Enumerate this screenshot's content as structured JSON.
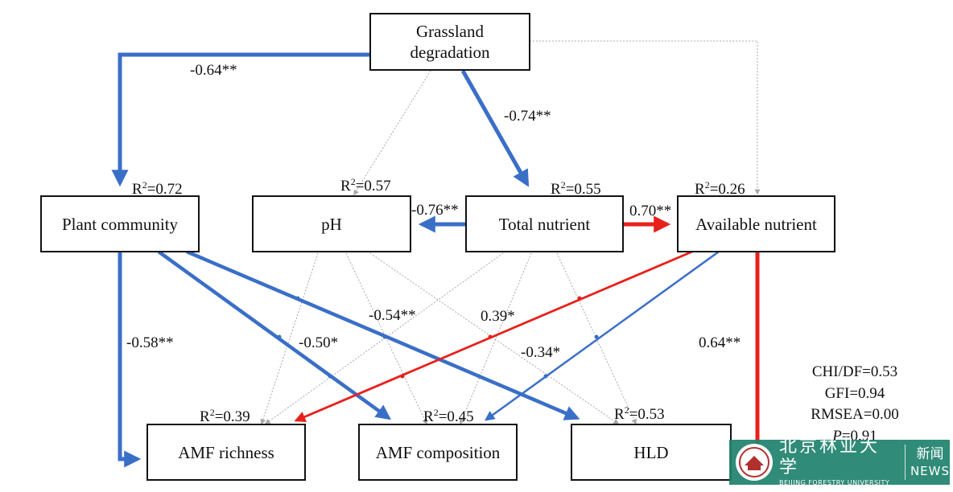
{
  "nodes": {
    "grassland": {
      "text": "Grassland\ndegradation"
    },
    "plant": {
      "text": "Plant community"
    },
    "ph": {
      "text": "pH"
    },
    "total": {
      "text": "Total nutrient"
    },
    "available": {
      "text": "Available nutrient"
    },
    "amf_richness": {
      "text": "AMF richness"
    },
    "amf_composition": {
      "text": "AMF composition"
    },
    "hld": {
      "text": "HLD"
    }
  },
  "r2": {
    "plant": {
      "prefix": "R",
      "exp": "2",
      "value": "=0.72"
    },
    "ph": {
      "prefix": "R",
      "exp": "2",
      "value": "=0.57"
    },
    "total": {
      "prefix": "R",
      "exp": "2",
      "value": "=0.55"
    },
    "available": {
      "prefix": "R",
      "exp": "2",
      "value": "=0.26"
    },
    "amf_richness": {
      "prefix": "R",
      "exp": "2",
      "value": "=0.39"
    },
    "amf_composition": {
      "prefix": "R",
      "exp": "2",
      "value": "=0.45"
    },
    "hld": {
      "prefix": "R",
      "exp": "2",
      "value": "=0.53"
    }
  },
  "paths": [
    {
      "from": "grassland",
      "to": "plant",
      "coef": "-0.64**",
      "sign": "negative",
      "significant": true
    },
    {
      "from": "grassland",
      "to": "total",
      "coef": "-0.74**",
      "sign": "negative",
      "significant": true
    },
    {
      "from": "total",
      "to": "ph",
      "coef": "-0.76**",
      "sign": "negative",
      "significant": true
    },
    {
      "from": "total",
      "to": "available",
      "coef": "0.70**",
      "sign": "positive",
      "significant": true
    },
    {
      "from": "plant",
      "to": "amf_richness",
      "coef": "-0.58**",
      "sign": "negative",
      "significant": true
    },
    {
      "from": "plant",
      "to": "amf_composition",
      "coef": "-0.50*",
      "sign": "negative",
      "significant": true
    },
    {
      "from": "plant",
      "to": "hld",
      "coef": "-0.54**",
      "sign": "negative",
      "significant": true
    },
    {
      "from": "available",
      "to": "amf_richness",
      "coef": "0.39*",
      "sign": "positive",
      "significant": true
    },
    {
      "from": "available",
      "to": "amf_composition",
      "coef": "-0.34*",
      "sign": "negative",
      "significant": true
    },
    {
      "from": "available",
      "to": "hld",
      "coef": "0.64**",
      "sign": "positive",
      "significant": true
    },
    {
      "from": "grassland",
      "to": "ph",
      "coef": "",
      "sign": "none",
      "significant": false
    },
    {
      "from": "grassland",
      "to": "available",
      "coef": "",
      "sign": "none",
      "significant": false
    },
    {
      "from": "ph",
      "to": "amf_richness",
      "coef": "",
      "sign": "none",
      "significant": false
    },
    {
      "from": "ph",
      "to": "amf_composition",
      "coef": "",
      "sign": "none",
      "significant": false
    },
    {
      "from": "ph",
      "to": "hld",
      "coef": "",
      "sign": "none",
      "significant": false
    },
    {
      "from": "total",
      "to": "amf_richness",
      "coef": "",
      "sign": "none",
      "significant": false
    },
    {
      "from": "total",
      "to": "amf_composition",
      "coef": "",
      "sign": "none",
      "significant": false
    },
    {
      "from": "total",
      "to": "hld",
      "coef": "",
      "sign": "none",
      "significant": false
    }
  ],
  "fit": {
    "chi_df": "CHI/DF=0.53",
    "gfi": "GFI=0.94",
    "rmsea": "RMSEA=0.00",
    "p_label": "P",
    "p_value": "=0.91"
  },
  "colors": {
    "negative": "#3a6fc8",
    "positive": "#e8201c",
    "nonsignificant": "#a8a8a8"
  },
  "watermark": {
    "cn": "北京林业大学",
    "en": "BEIJING FORESTRY UNIVERSITY",
    "news_cn": "新闻",
    "news_en": "NEWS"
  }
}
